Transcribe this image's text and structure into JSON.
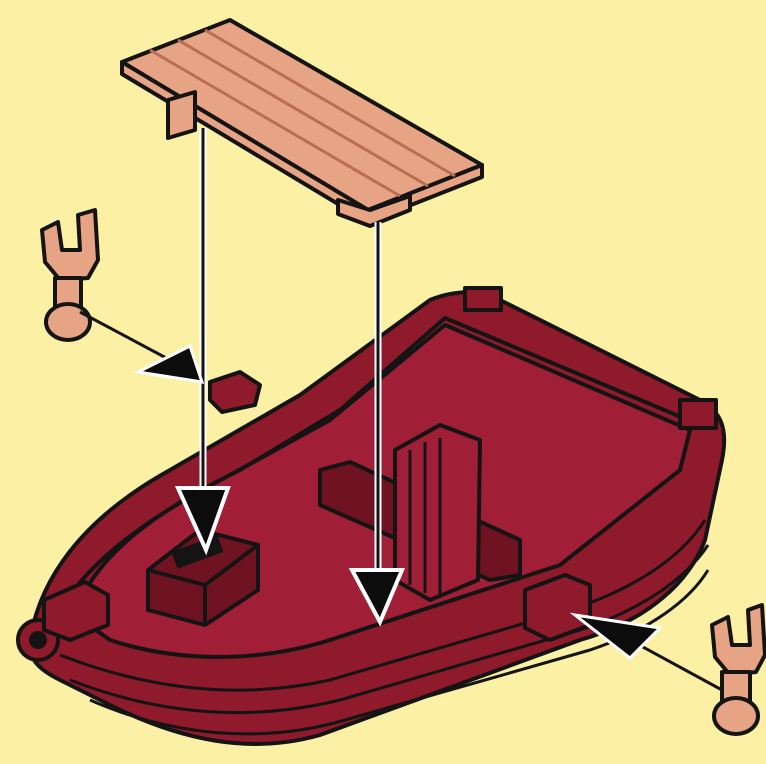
{
  "diagram": {
    "background_color": "#fbf0a4",
    "colors": {
      "boat_hull": "#8e1a2b",
      "boat_interior": "#a11f36",
      "boat_shadow": "#6f1222",
      "seat_plank": "#e7a484",
      "seat_grain": "#b86e54",
      "oarlock": "#e7a484",
      "outline": "#141414",
      "arrow_fill": "#0c0c0c",
      "arrow_halo": "#ffffff"
    },
    "parts": [
      {
        "id": "seat-plank",
        "icon": "bench-plank-icon"
      },
      {
        "id": "oarlock-left",
        "icon": "oarlock-icon"
      },
      {
        "id": "oarlock-right",
        "icon": "oarlock-icon"
      },
      {
        "id": "rowboat-hull",
        "icon": "rowboat-icon"
      }
    ],
    "assembly_arrows": [
      {
        "from": "seat-plank",
        "to": "rowboat-hull",
        "slot": "front-seat-socket"
      },
      {
        "from": "seat-plank",
        "to": "rowboat-hull",
        "slot": "rear-seat-socket"
      },
      {
        "from": "oarlock-left",
        "to": "rowboat-hull",
        "slot": "left-oar-socket"
      },
      {
        "from": "oarlock-right",
        "to": "rowboat-hull",
        "slot": "right-oar-socket"
      }
    ]
  }
}
